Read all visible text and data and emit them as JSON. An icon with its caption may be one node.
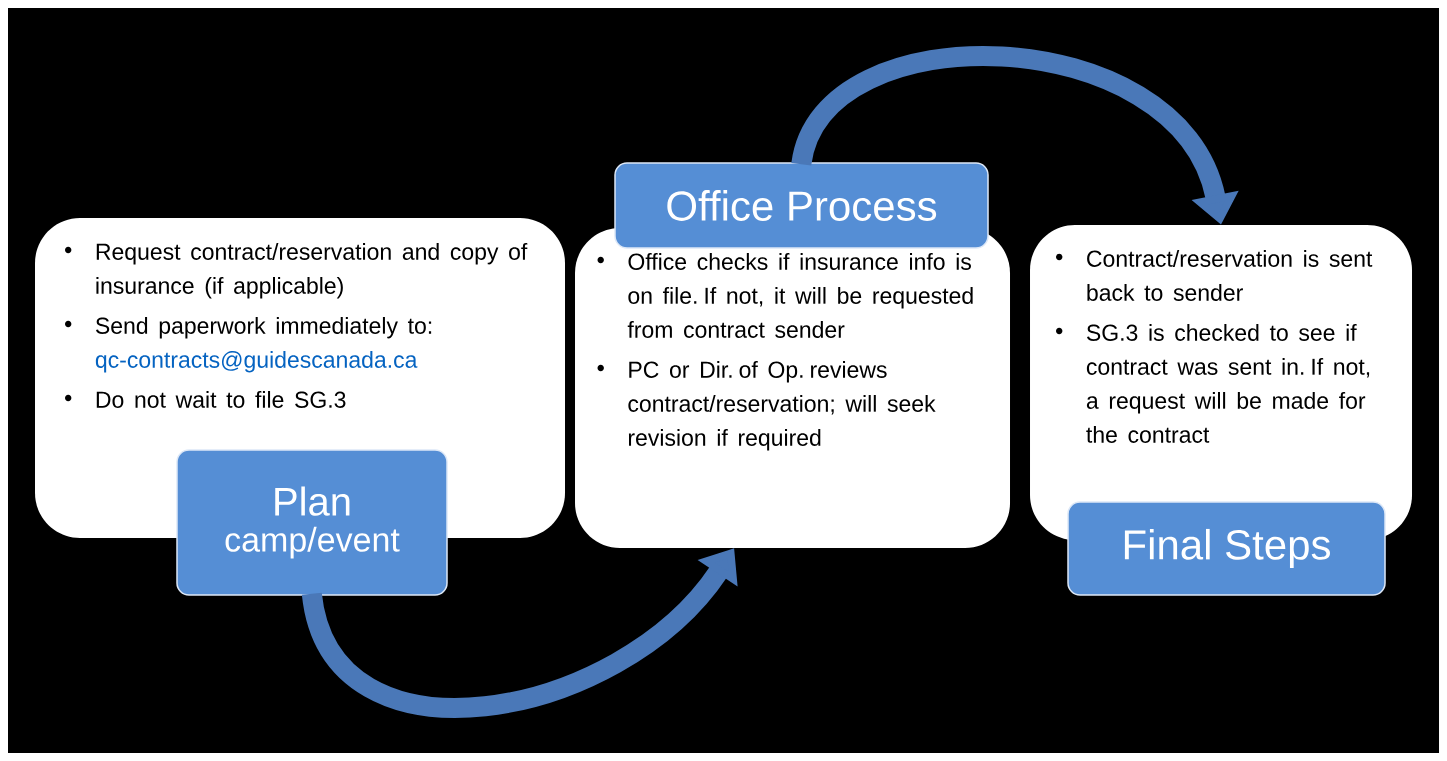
{
  "diagram": {
    "nodes": [
      {
        "text": [
          "Request contract/reservation and copy of insurance (if applicable)",
          "Send paperwork immediately to:",
          "qc-contracts@guidescanada.ca",
          "Do not wait to file SG.3"
        ]
      },
      {
        "text": [
          "Plan",
          "camp/event"
        ]
      },
      {
        "text": [
          "Office checks if insurance info is on file.  If not, it will be requested from contract sender",
          "PC or Dir. of Op. reviews contract/reservation; will seek revision if required"
        ]
      },
      {
        "text": [
          "Office Process"
        ]
      },
      {
        "text": [
          "Contract/reservation is sent back to sender",
          "SG.3 is checked to see if contract was sent in.  If not, a request will be made for the contract"
        ]
      },
      {
        "text": [
          "Final Steps"
        ]
      }
    ],
    "edges": [
      {
        "from": 1,
        "to": 2,
        "arrow": "to"
      },
      {
        "from": 3,
        "to": 4,
        "arrow": "to"
      }
    ]
  }
}
